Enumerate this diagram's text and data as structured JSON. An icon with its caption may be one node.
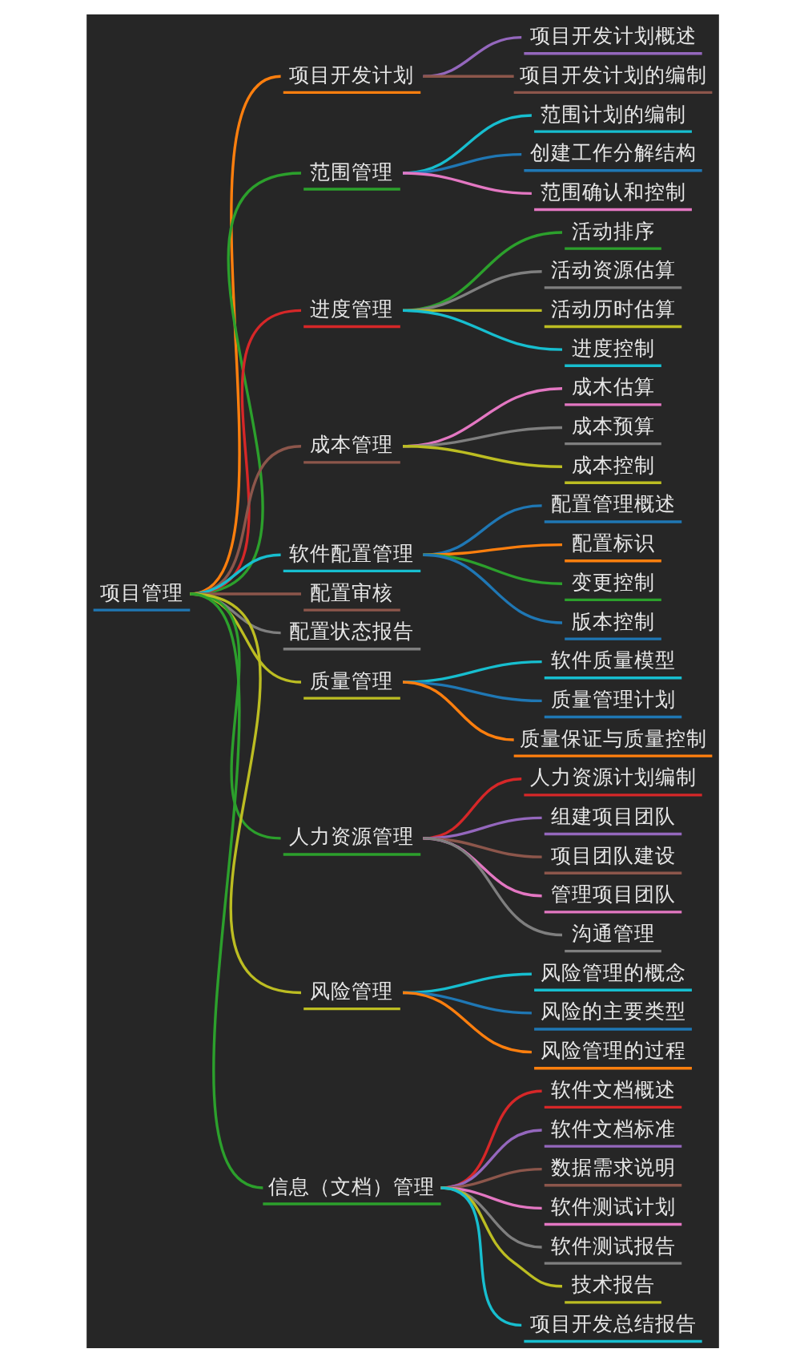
{
  "diagram": {
    "nodes": [
      {
        "text": [
          "项目管理"
        ]
      },
      {
        "text": [
          "项目开发计划"
        ]
      },
      {
        "text": [
          "项目开发计划概述"
        ]
      },
      {
        "text": [
          "项目开发计划的编制"
        ]
      },
      {
        "text": [
          "范围管理"
        ]
      },
      {
        "text": [
          "范围计划的编制"
        ]
      },
      {
        "text": [
          "创建工作分解结构"
        ]
      },
      {
        "text": [
          "范围确认和控制"
        ]
      },
      {
        "text": [
          "进度管理"
        ]
      },
      {
        "text": [
          "活动排序"
        ]
      },
      {
        "text": [
          "活动资源估算"
        ]
      },
      {
        "text": [
          "活动历时估算"
        ]
      },
      {
        "text": [
          "进度控制"
        ]
      },
      {
        "text": [
          "成本管理"
        ]
      },
      {
        "text": [
          "成木估算"
        ]
      },
      {
        "text": [
          "成本预算"
        ]
      },
      {
        "text": [
          "成本控制"
        ]
      },
      {
        "text": [
          "软件配置管理"
        ]
      },
      {
        "text": [
          "配置管理概述"
        ]
      },
      {
        "text": [
          "配置标识"
        ]
      },
      {
        "text": [
          "变更控制"
        ]
      },
      {
        "text": [
          "版本控制"
        ]
      },
      {
        "text": [
          "配置审核"
        ]
      },
      {
        "text": [
          "配置状态报告"
        ]
      },
      {
        "text": [
          "质量管理"
        ]
      },
      {
        "text": [
          "软件质量模型"
        ]
      },
      {
        "text": [
          "质量管理计划"
        ]
      },
      {
        "text": [
          "质量保证与质量控制"
        ]
      },
      {
        "text": [
          "人力资源管理"
        ]
      },
      {
        "text": [
          "人力资源计划编制"
        ]
      },
      {
        "text": [
          "组建项目团队"
        ]
      },
      {
        "text": [
          "项目团队建设"
        ]
      },
      {
        "text": [
          "管理项目团队"
        ]
      },
      {
        "text": [
          "沟通管理"
        ]
      },
      {
        "text": [
          "风险管理"
        ]
      },
      {
        "text": [
          "风险管理的概念"
        ]
      },
      {
        "text": [
          "风险的主要类型"
        ]
      },
      {
        "text": [
          "风险管理的过程"
        ]
      },
      {
        "text": [
          "信息（文档）管理"
        ]
      },
      {
        "text": [
          "软件文档概述"
        ]
      },
      {
        "text": [
          "软件文档标准"
        ]
      },
      {
        "text": [
          "数据需求说明"
        ]
      },
      {
        "text": [
          "软件测试计划"
        ]
      },
      {
        "text": [
          "软件测试报告"
        ]
      },
      {
        "text": [
          "技术报告"
        ]
      },
      {
        "text": [
          "项目开发总结报告"
        ]
      }
    ],
    "edges": [
      {
        "from": 0,
        "to": 1,
        "arrow": "none",
        "color": "#ff7f0e"
      },
      {
        "from": 1,
        "to": 2,
        "arrow": "none",
        "color": "#9467bd"
      },
      {
        "from": 1,
        "to": 3,
        "arrow": "none",
        "color": "#8c564b"
      },
      {
        "from": 0,
        "to": 4,
        "arrow": "none",
        "color": "#2ca02c"
      },
      {
        "from": 4,
        "to": 5,
        "arrow": "none",
        "color": "#17becf"
      },
      {
        "from": 4,
        "to": 6,
        "arrow": "none",
        "color": "#1f77b4"
      },
      {
        "from": 4,
        "to": 7,
        "arrow": "none",
        "color": "#e377c2"
      },
      {
        "from": 0,
        "to": 8,
        "arrow": "none",
        "color": "#d62728"
      },
      {
        "from": 8,
        "to": 9,
        "arrow": "none",
        "color": "#2ca02c"
      },
      {
        "from": 8,
        "to": 10,
        "arrow": "none",
        "color": "#7f7f7f"
      },
      {
        "from": 8,
        "to": 11,
        "arrow": "none",
        "color": "#bcbd22"
      },
      {
        "from": 8,
        "to": 12,
        "arrow": "none",
        "color": "#17becf"
      },
      {
        "from": 0,
        "to": 13,
        "arrow": "none",
        "color": "#8c564b"
      },
      {
        "from": 13,
        "to": 14,
        "arrow": "none",
        "color": "#e377c2"
      },
      {
        "from": 13,
        "to": 15,
        "arrow": "none",
        "color": "#7f7f7f"
      },
      {
        "from": 13,
        "to": 16,
        "arrow": "none",
        "color": "#bcbd22"
      },
      {
        "from": 0,
        "to": 17,
        "arrow": "none",
        "color": "#17becf"
      },
      {
        "from": 17,
        "to": 18,
        "arrow": "none",
        "color": "#1f77b4"
      },
      {
        "from": 17,
        "to": 19,
        "arrow": "none",
        "color": "#ff7f0e"
      },
      {
        "from": 17,
        "to": 20,
        "arrow": "none",
        "color": "#2ca02c"
      },
      {
        "from": 17,
        "to": 21,
        "arrow": "none",
        "color": "#1f77b4"
      },
      {
        "from": 0,
        "to": 22,
        "arrow": "none",
        "color": "#8c564b"
      },
      {
        "from": 0,
        "to": 23,
        "arrow": "none",
        "color": "#7f7f7f"
      },
      {
        "from": 0,
        "to": 24,
        "arrow": "none",
        "color": "#bcbd22"
      },
      {
        "from": 24,
        "to": 25,
        "arrow": "none",
        "color": "#17becf"
      },
      {
        "from": 24,
        "to": 26,
        "arrow": "none",
        "color": "#1f77b4"
      },
      {
        "from": 24,
        "to": 27,
        "arrow": "none",
        "color": "#ff7f0e"
      },
      {
        "from": 0,
        "to": 28,
        "arrow": "none",
        "color": "#2ca02c"
      },
      {
        "from": 28,
        "to": 29,
        "arrow": "none",
        "color": "#d62728"
      },
      {
        "from": 28,
        "to": 30,
        "arrow": "none",
        "color": "#9467bd"
      },
      {
        "from": 28,
        "to": 31,
        "arrow": "none",
        "color": "#8c564b"
      },
      {
        "from": 28,
        "to": 32,
        "arrow": "none",
        "color": "#e377c2"
      },
      {
        "from": 28,
        "to": 33,
        "arrow": "none",
        "color": "#7f7f7f"
      },
      {
        "from": 0,
        "to": 34,
        "arrow": "none",
        "color": "#bcbd22"
      },
      {
        "from": 34,
        "to": 35,
        "arrow": "none",
        "color": "#17becf"
      },
      {
        "from": 34,
        "to": 36,
        "arrow": "none",
        "color": "#1f77b4"
      },
      {
        "from": 34,
        "to": 37,
        "arrow": "none",
        "color": "#ff7f0e"
      },
      {
        "from": 0,
        "to": 38,
        "arrow": "none",
        "color": "#2ca02c"
      },
      {
        "from": 38,
        "to": 39,
        "arrow": "none",
        "color": "#d62728"
      },
      {
        "from": 38,
        "to": 40,
        "arrow": "none",
        "color": "#9467bd"
      },
      {
        "from": 38,
        "to": 41,
        "arrow": "none",
        "color": "#8c564b"
      },
      {
        "from": 38,
        "to": 42,
        "arrow": "none",
        "color": "#e377c2"
      },
      {
        "from": 38,
        "to": 43,
        "arrow": "none",
        "color": "#7f7f7f"
      },
      {
        "from": 38,
        "to": 44,
        "arrow": "none",
        "color": "#bcbd22"
      },
      {
        "from": 38,
        "to": 45,
        "arrow": "none",
        "color": "#17becf"
      }
    ]
  }
}
